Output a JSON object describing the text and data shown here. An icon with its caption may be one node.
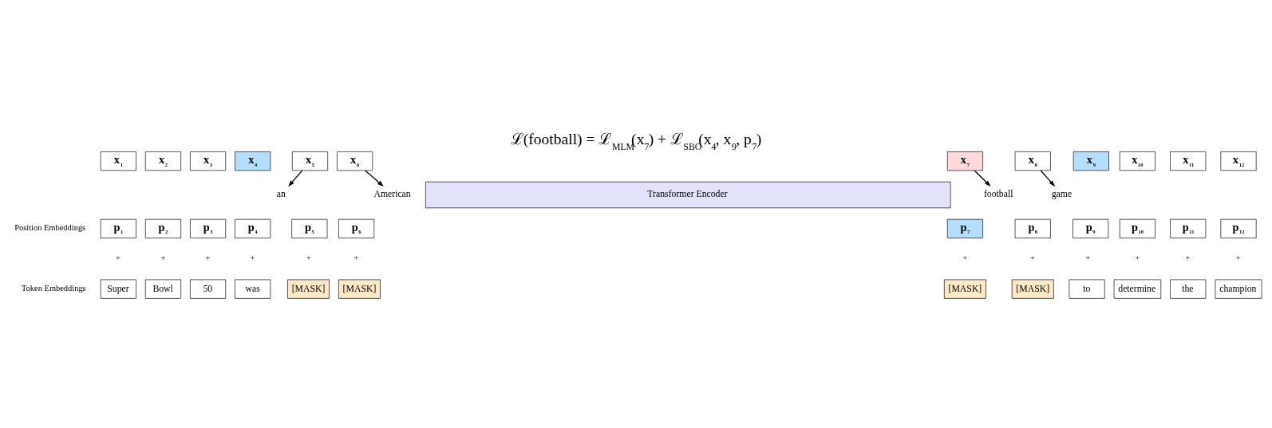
{
  "diagram": {
    "title": "ℒ(football) = ℒ$_{MLM}$(x$_{7}$) + ℒ$_{SBO}$(x$_{4}$, x$_{9}$, p$_{7}$)",
    "nodes": [
      {
        "text": [
          "an"
        ]
      },
      {
        "text": [
          "American"
        ]
      },
      {
        "text": [
          "football"
        ]
      },
      {
        "text": [
          "game"
        ]
      },
      {
        "text": [
          "x$_{1}$"
        ]
      },
      {
        "text": [
          "x$_{2}$"
        ]
      },
      {
        "text": [
          "x$_{3}$"
        ]
      },
      {
        "text": [
          "x$_{4}$"
        ]
      },
      {
        "text": [
          "x$_{5}$"
        ]
      },
      {
        "text": [
          "x$_{6}$"
        ]
      },
      {
        "text": [
          "x$_{7}$"
        ]
      },
      {
        "text": [
          "x$_{8}$"
        ]
      },
      {
        "text": [
          "x$_{9}$"
        ]
      },
      {
        "text": [
          "x$_{10}$"
        ]
      },
      {
        "text": [
          "x$_{11}$"
        ]
      },
      {
        "text": [
          "x$_{12}$"
        ]
      },
      {
        "text": [
          "Transformer Encoder"
        ]
      },
      {
        "text": [
          "p$_{1}$"
        ]
      },
      {
        "text": [
          "p$_{2}$"
        ]
      },
      {
        "text": [
          "p$_{3}$"
        ]
      },
      {
        "text": [
          "p$_{4}$"
        ]
      },
      {
        "text": [
          "p$_{5}$"
        ]
      },
      {
        "text": [
          "p$_{6}$"
        ]
      },
      {
        "text": [
          "p$_{7}$"
        ]
      },
      {
        "text": [
          "p$_{8}$"
        ]
      },
      {
        "text": [
          "p$_{9}$"
        ]
      },
      {
        "text": [
          "p$_{10}$"
        ]
      },
      {
        "text": [
          "p$_{11}$"
        ]
      },
      {
        "text": [
          "p$_{12}$"
        ]
      },
      {
        "text": [
          "Super"
        ]
      },
      {
        "text": [
          "Bowl"
        ]
      },
      {
        "text": [
          "50"
        ]
      },
      {
        "text": [
          "was"
        ]
      },
      {
        "text": [
          "[MASK]"
        ]
      },
      {
        "text": [
          "[MASK]"
        ]
      },
      {
        "text": [
          "[MASK]"
        ]
      },
      {
        "text": [
          "[MASK]"
        ]
      },
      {
        "text": [
          "to"
        ]
      },
      {
        "text": [
          "determine"
        ]
      },
      {
        "text": [
          "the"
        ]
      },
      {
        "text": [
          "champion"
        ]
      }
    ],
    "edges": [
      {
        "from": 8,
        "to": 0,
        "arrow": "to"
      },
      {
        "from": 9,
        "to": 1,
        "arrow": "to"
      },
      {
        "from": 10,
        "to": 2,
        "arrow": "to"
      },
      {
        "from": 11,
        "to": 3,
        "arrow": "to"
      }
    ],
    "labels": [
      "Position Embeddings",
      "+",
      "+",
      "+",
      "+",
      "+",
      "+",
      "+",
      "+",
      "+",
      "+",
      "+",
      "+",
      "Token Embeddings"
    ]
  }
}
